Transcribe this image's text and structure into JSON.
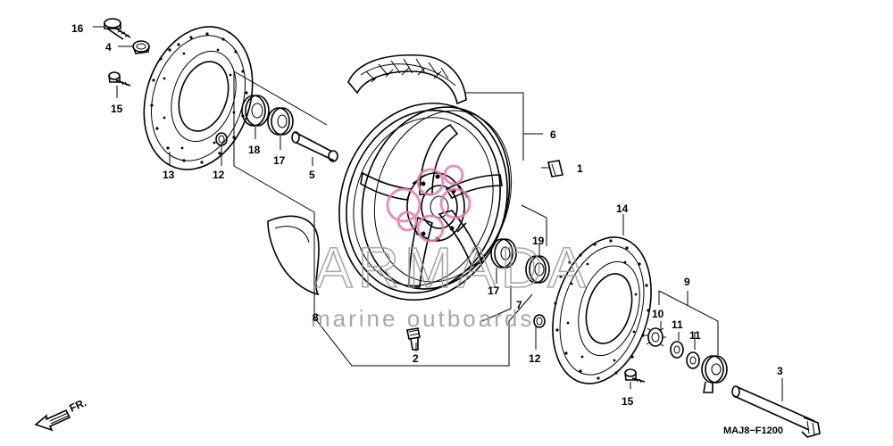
{
  "watermark": {
    "brand": "ARMADA",
    "tagline": "marine outboards",
    "logo_color": "#e080b0"
  },
  "callouts": {
    "p1": "1",
    "p2": "2",
    "p3": "3",
    "p4": "4",
    "p5": "5",
    "p6": "6",
    "p7": "7",
    "p8": "8",
    "p9": "9",
    "p10": "10",
    "p11a": "11",
    "p11b": "11",
    "p12a": "12",
    "p12b": "12",
    "p13": "13",
    "p14": "14",
    "p15a": "15",
    "p15b": "15",
    "p16": "16",
    "p17a": "17",
    "p17b": "17",
    "p18": "18",
    "p19": "19"
  },
  "direction_label": "FR.",
  "diagram_code": "MAJ8−F1200"
}
